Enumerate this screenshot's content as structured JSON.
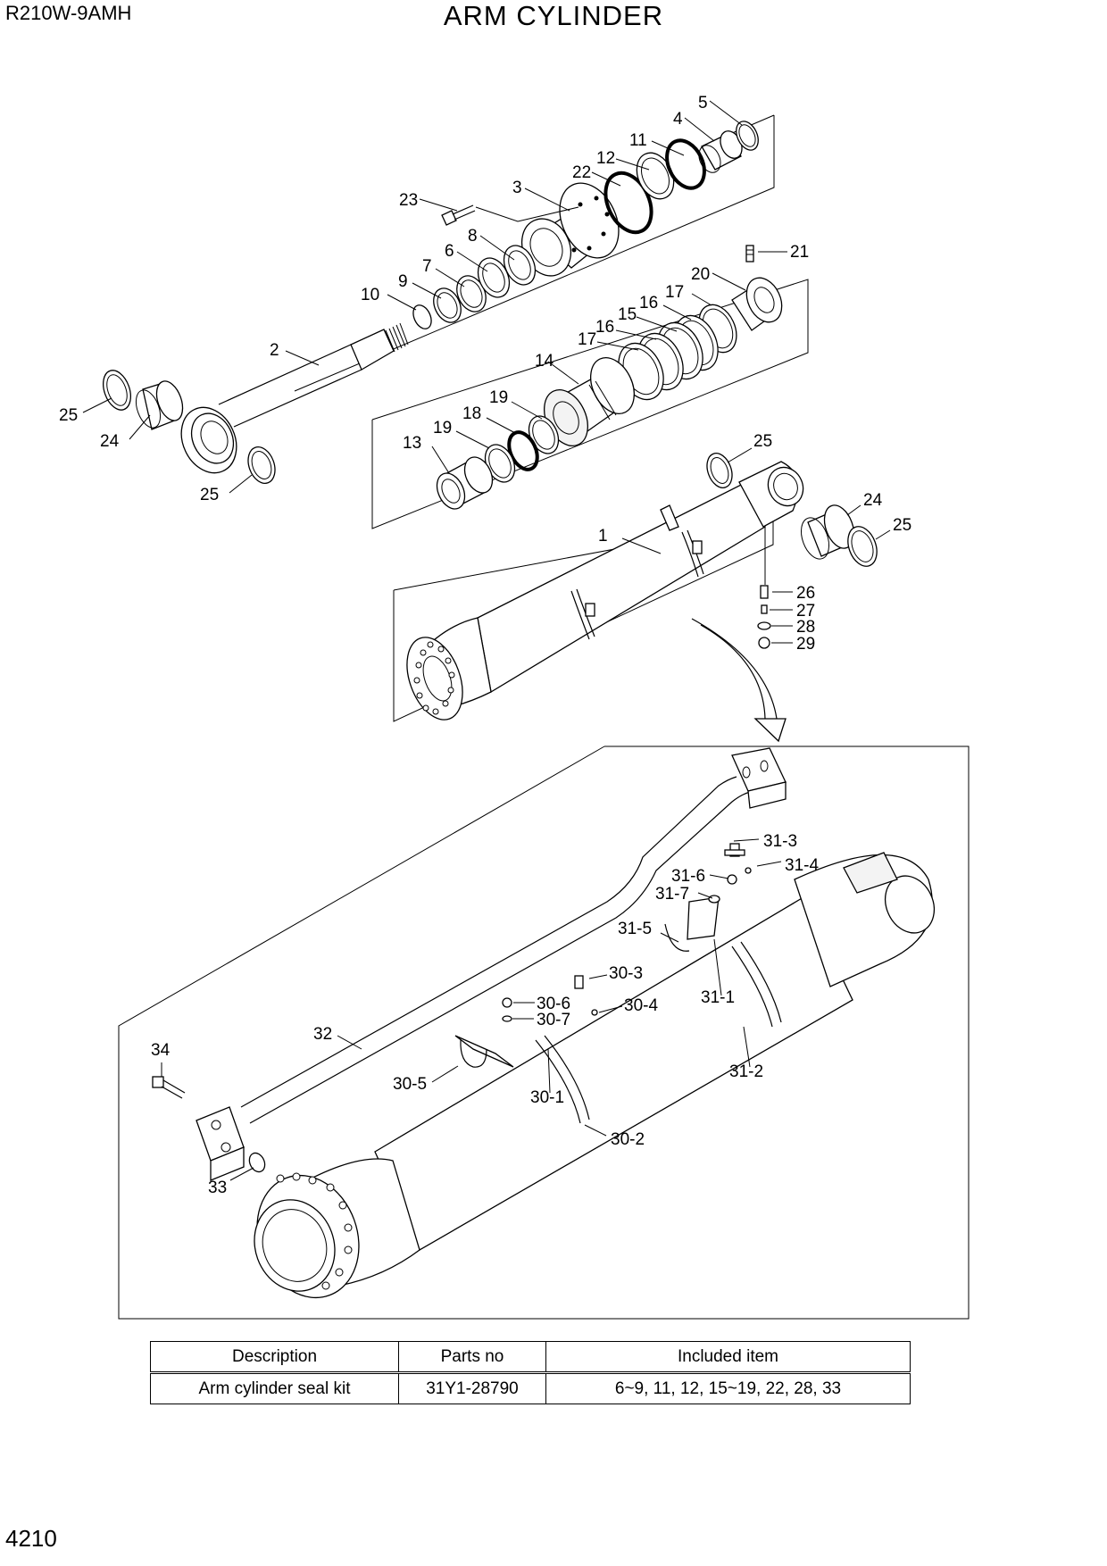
{
  "header": {
    "model": "R210W-9AMH",
    "title": "ARM CYLINDER"
  },
  "page_number": "4210",
  "callouts": {
    "c5": "5",
    "c4": "4",
    "c11": "11",
    "c12": "12",
    "c22": "22",
    "c3": "3",
    "c23": "23",
    "c8": "8",
    "c6": "6",
    "c7": "7",
    "c9": "9",
    "c10": "10",
    "c2": "2",
    "c21": "21",
    "c20": "20",
    "c17a": "17",
    "c16a": "16",
    "c15": "15",
    "c16b": "16",
    "c17b": "17",
    "c14": "14",
    "c19a": "19",
    "c18": "18",
    "c19b": "19",
    "c13": "13",
    "c25a": "25",
    "c24a": "24",
    "c25b": "25",
    "c25c": "25",
    "c24b": "24",
    "c25d": "25",
    "c1": "1",
    "c26": "26",
    "c27": "27",
    "c28": "28",
    "c29": "29",
    "c31_3": "31-3",
    "c31_6": "31-6",
    "c31_4": "31-4",
    "c31_7": "31-7",
    "c31_5": "31-5",
    "c31_1": "31-1",
    "c30_3": "30-3",
    "c30_6": "30-6",
    "c30_4": "30-4",
    "c30_7": "30-7",
    "c32": "32",
    "c34": "34",
    "c30_5": "30-5",
    "c30_1": "30-1",
    "c31_2": "31-2",
    "c30_2": "30-2",
    "c33": "33"
  },
  "kit_table": {
    "headers": [
      "Description",
      "Parts no",
      "Included item"
    ],
    "rows": [
      [
        "Arm cylinder seal kit",
        "31Y1-28790",
        "6~9, 11, 12, 15~19, 22, 28, 33"
      ]
    ]
  }
}
